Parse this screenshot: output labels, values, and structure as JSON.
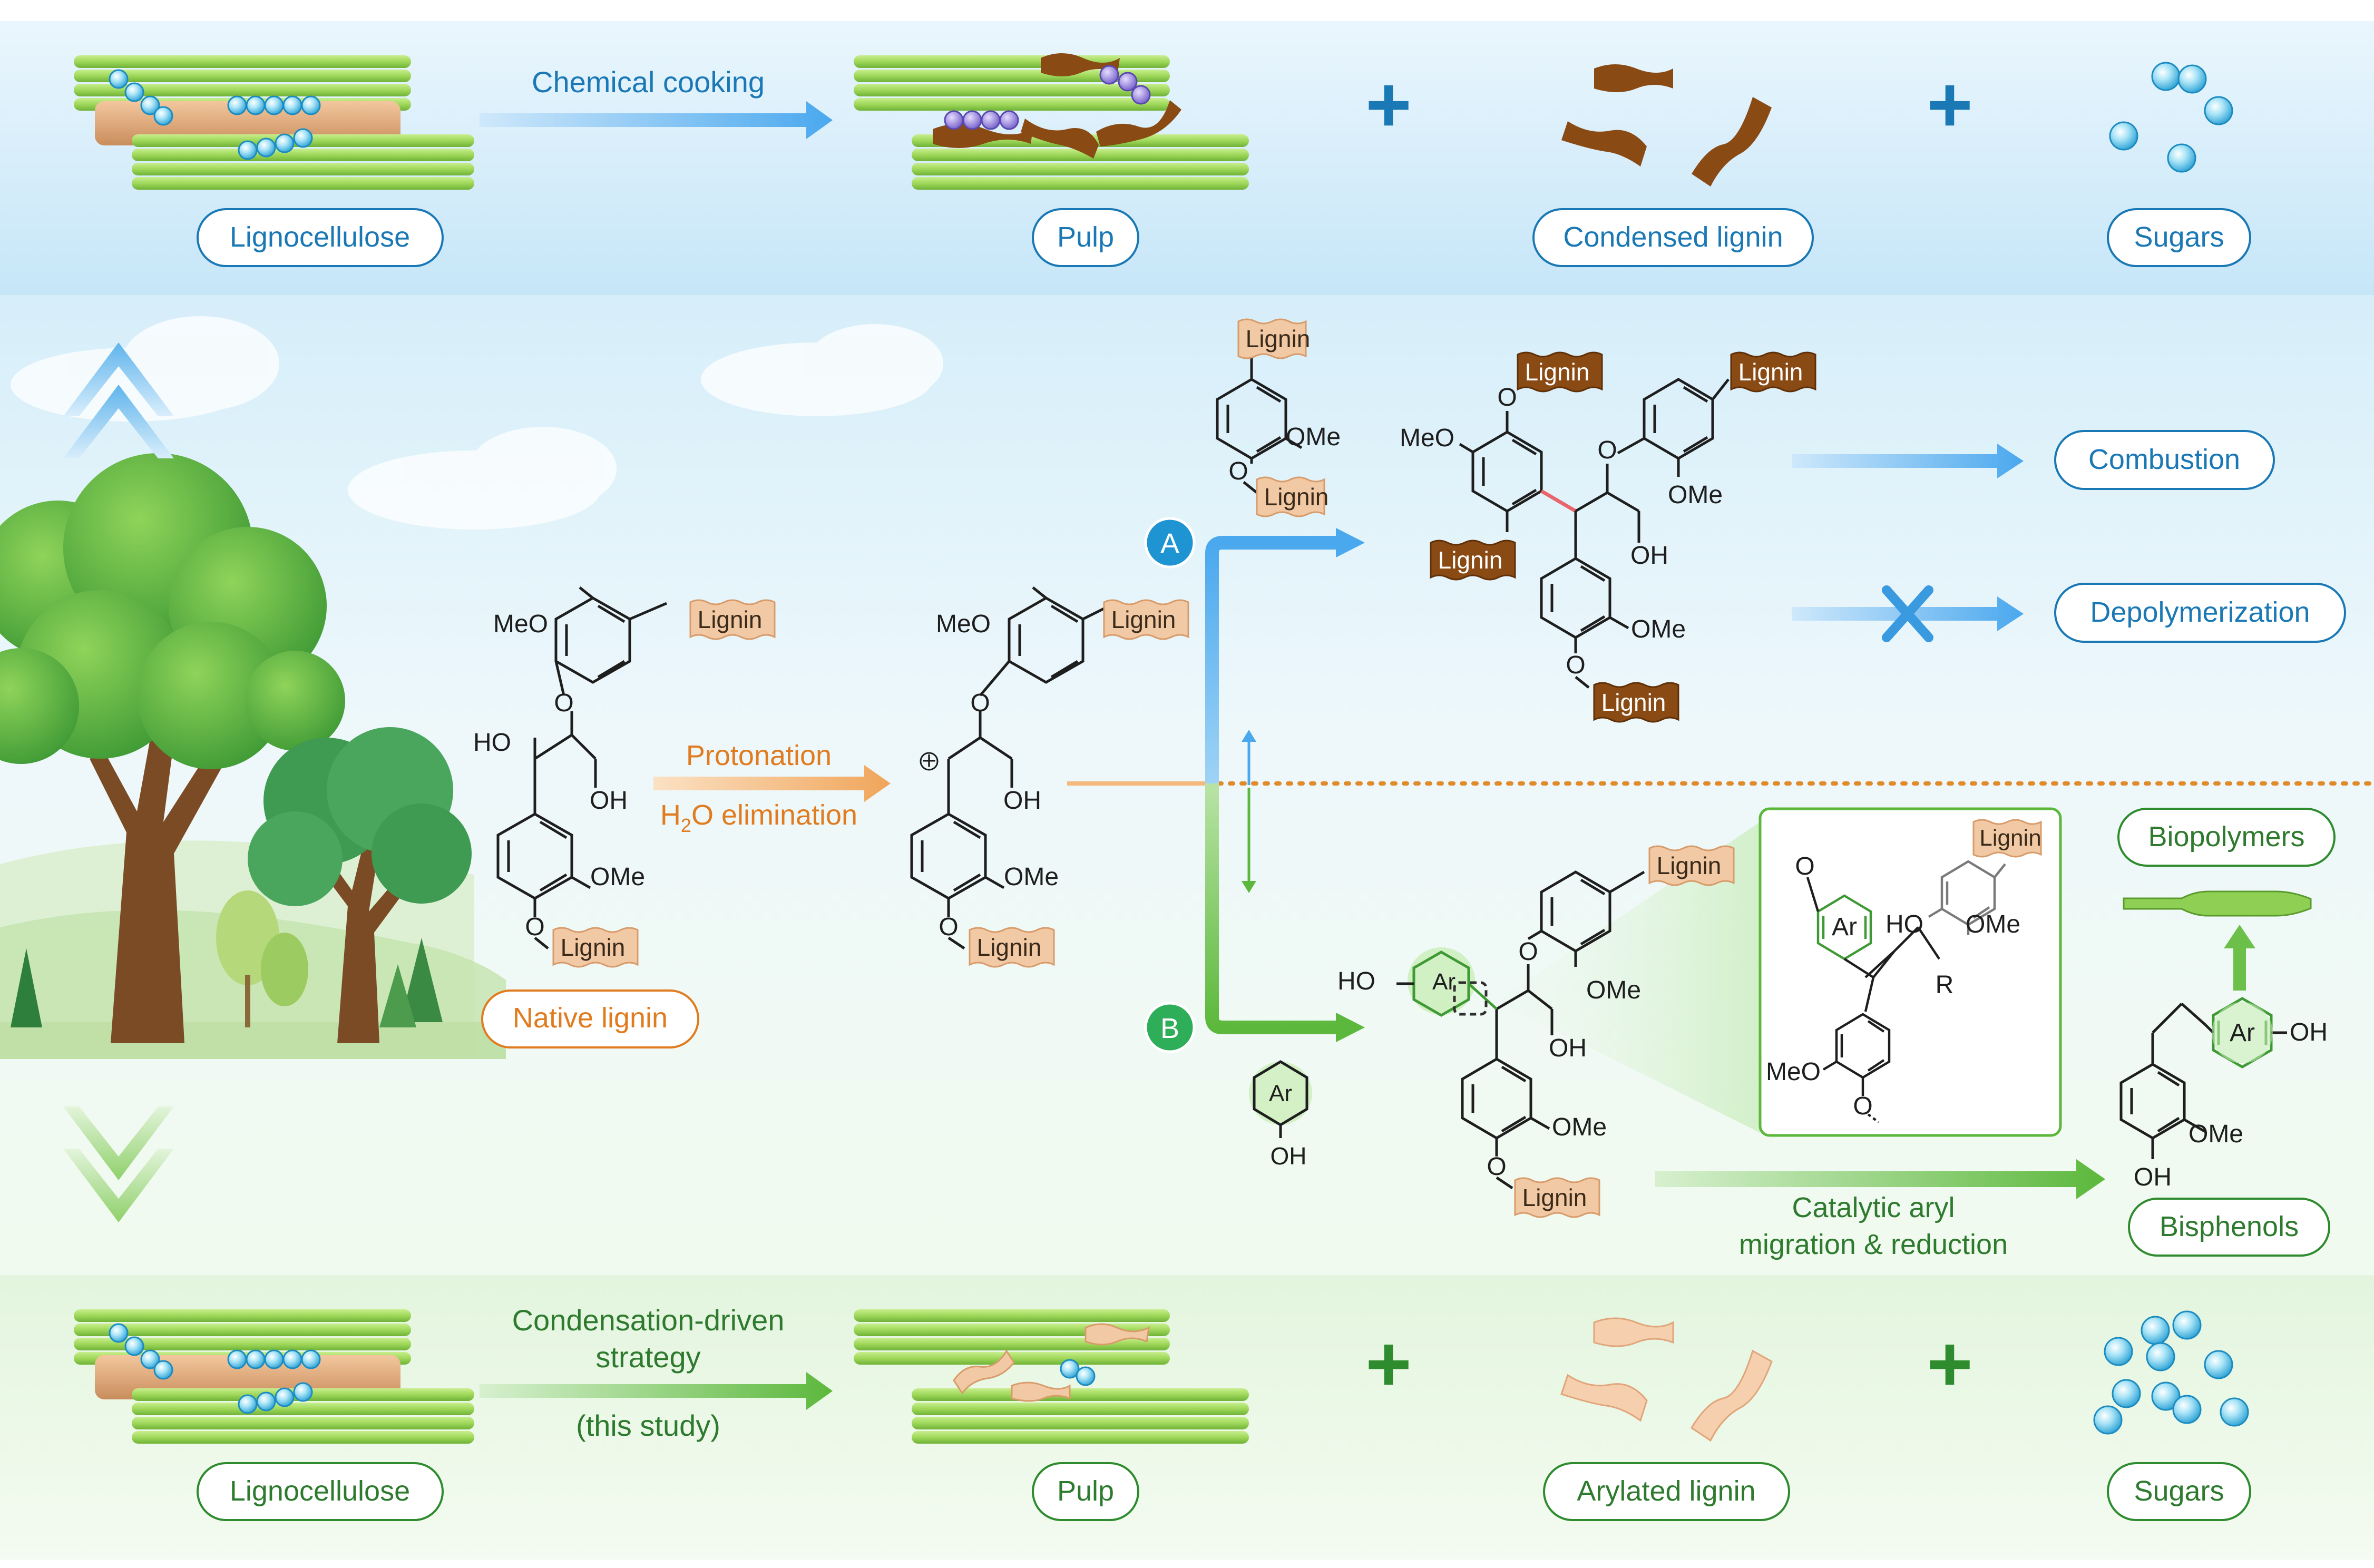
{
  "top_panel": {
    "process_label": "Chemical cooking",
    "items": [
      "Lignocellulose",
      "Pulp",
      "Condensed lignin",
      "Sugars"
    ]
  },
  "middle": {
    "native_label": "Native lignin",
    "step1": "Protonation",
    "step2_prefix": "H",
    "step2_sub": "2",
    "step2_suffix": "O elimination",
    "tag": "Lignin",
    "path_a": "A",
    "path_b": "B",
    "outcome_a1": "Combustion",
    "outcome_a2": "Depolymerization",
    "outcome_b1": "Biopolymers",
    "outcome_b2": "Bisphenols",
    "catalytic_line1": "Catalytic aryl",
    "catalytic_line2": "migration & reduction",
    "groups": {
      "meo": "MeO",
      "ome": "OMe",
      "o": "O",
      "ho": "HO",
      "oh": "OH",
      "ar": "Ar",
      "r": "R",
      "plus": "+"
    }
  },
  "bottom_panel": {
    "process_line1": "Condensation-driven",
    "process_line2": "strategy",
    "process_line3": "(this study)",
    "items": [
      "Lignocellulose",
      "Pulp",
      "Arylated lignin",
      "Sugars"
    ]
  },
  "colors": {
    "top_accent": "#1a78b5",
    "bottom_accent": "#2e8b2e",
    "native_accent": "#e07b1f",
    "lignin_dark": "#8a4a14",
    "lignin_light": "#f2c9a5",
    "arrow_blue": "#4aa8ee",
    "arrow_green": "#6cc04a"
  }
}
